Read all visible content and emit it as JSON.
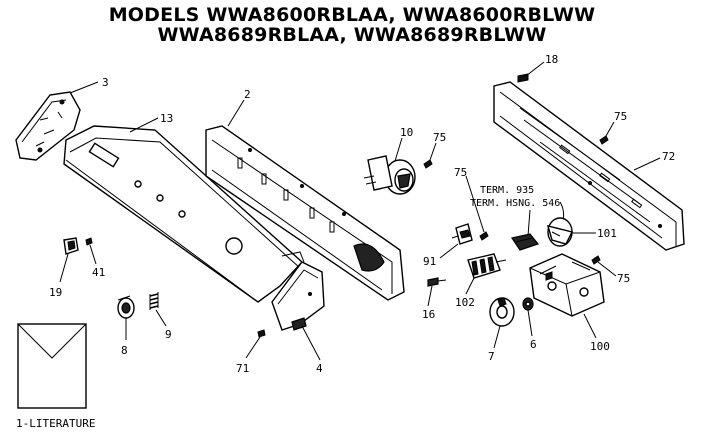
{
  "title": {
    "line1": "MODELS WWA8600RBLAA, WWA8600RBLWW",
    "line2": "WWA8689RBLAA, WWA8689RBLWW"
  },
  "callouts": {
    "p3": "3",
    "p13": "13",
    "p2": "2",
    "p10": "10",
    "p75a": "75",
    "p18": "18",
    "p75b": "75",
    "p72": "72",
    "p75c": "75",
    "p101": "101",
    "p91": "91",
    "p102": "102",
    "p16": "16",
    "p7": "7",
    "p6": "6",
    "p100": "100",
    "p75d": "75",
    "p19": "19",
    "p41": "41",
    "p8": "8",
    "p9": "9",
    "p71": "71",
    "p4": "4"
  },
  "notes": {
    "term_935": "TERM. 935",
    "term_hsng": "TERM. HSNG. 546"
  },
  "literature": {
    "label": "1-LITERATURE"
  }
}
